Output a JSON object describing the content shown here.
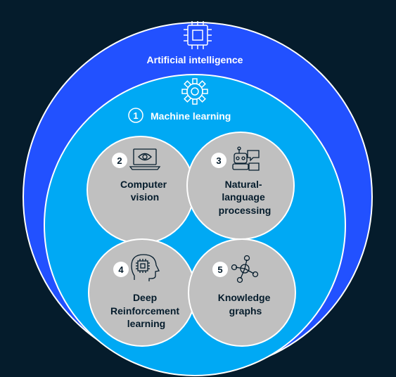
{
  "outer": {
    "title": "Artificial intelligence",
    "icon": "cpu-chip-icon",
    "color": "#2251ff"
  },
  "inner": {
    "number": "1",
    "title": "Machine learning",
    "icon": "gear-icon",
    "color": "#00a9f4"
  },
  "circle_fill": "#c0c0c0",
  "items": [
    {
      "number": "2",
      "lines": [
        "Computer",
        "vision"
      ],
      "icon": "laptop-eye-icon"
    },
    {
      "number": "3",
      "lines": [
        "Natural-",
        "language",
        "processing"
      ],
      "icon": "robot-chat-icon"
    },
    {
      "number": "4",
      "lines": [
        "Deep",
        "Reinforcement",
        "learning"
      ],
      "icon": "head-chip-icon"
    },
    {
      "number": "5",
      "lines": [
        "Knowledge",
        "graphs"
      ],
      "icon": "network-graph-icon"
    }
  ]
}
